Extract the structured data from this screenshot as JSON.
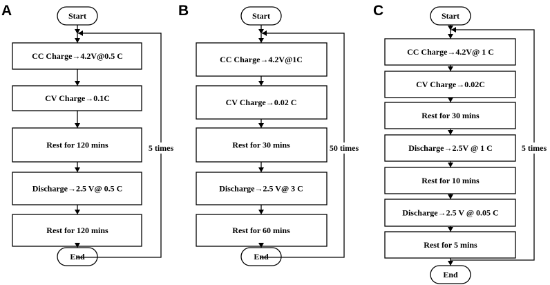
{
  "panels": [
    {
      "label": "A",
      "start": "Start",
      "end": "End",
      "steps": [
        "CC Charge→4.2V@0.5 C",
        "CV Charge→0.1C",
        "Rest for 120 mins",
        "Discharge→2.5 V@ 0.5 C",
        "Rest for 120 mins"
      ],
      "loop_label": "5 times"
    },
    {
      "label": "B",
      "start": "Start",
      "end": "End",
      "steps": [
        "CC Charge→4.2V@1C",
        "CV Charge→0.02 C",
        "Rest for 30 mins",
        "Discharge→2.5 V@ 3 C",
        "Rest for 60 mins"
      ],
      "loop_label": "50 times"
    },
    {
      "label": "C",
      "start": "Start",
      "end": "End",
      "steps": [
        "CC Charge→4.2V@ 1 C",
        "CV Charge→0.02C",
        "Rest for 30 mins",
        "Discharge→2.5V @ 1 C",
        "Rest for 10 mins",
        "Discharge→2.5 V @ 0.05 C",
        "Rest for 5 mins"
      ],
      "loop_label": "5 times"
    }
  ]
}
